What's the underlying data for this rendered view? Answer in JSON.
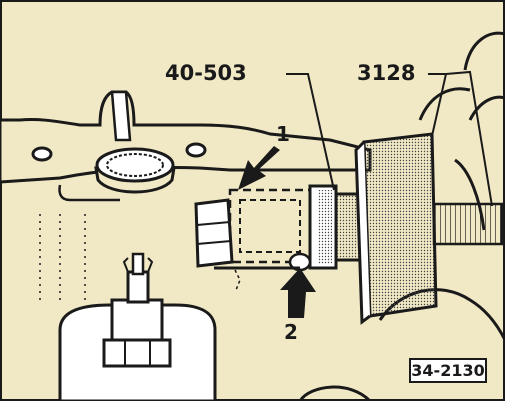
{
  "labels": {
    "tool_a": "40-503",
    "tool_b": "3128",
    "callout_1": "1",
    "callout_2": "2"
  },
  "figure_ref": "34-2130",
  "colors": {
    "background": "#f1e9c6",
    "ink": "#1a1a1a",
    "paper": "#ffffff"
  }
}
